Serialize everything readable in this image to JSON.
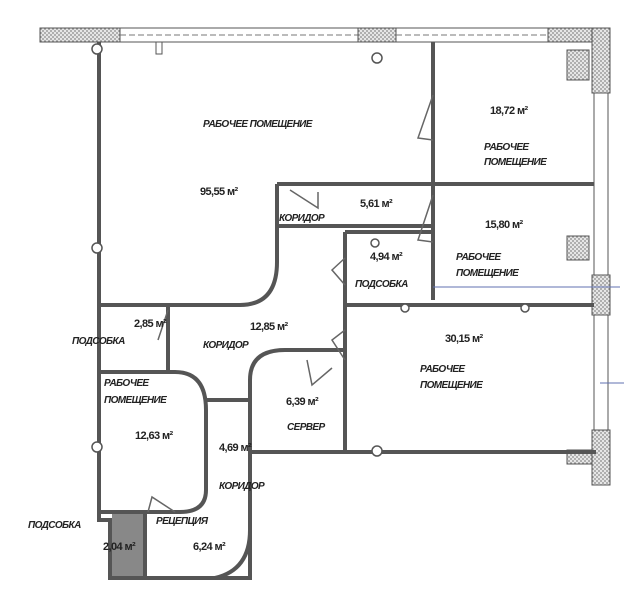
{
  "rooms": [
    {
      "label": "РАБОЧЕЕ ПОМЕЩЕНИЕ",
      "area": "95,55 м²"
    },
    {
      "label1": "РАБОЧЕЕ",
      "label2": "ПОМЕЩЕНИЕ",
      "area": "18,72 м²"
    },
    {
      "label": "КОРИДОР",
      "area": "5,61 м²"
    },
    {
      "label1": "РАБОЧЕЕ",
      "label2": "ПОМЕЩЕНИЕ",
      "area": "15,80 м²"
    },
    {
      "label": "ПОДСОБКА",
      "area": "4,94 м²"
    },
    {
      "label": "ПОДСОБКА",
      "area": "2,85 м²"
    },
    {
      "label": "КОРИДОР",
      "area": "12,85 м²"
    },
    {
      "label1": "РАБОЧЕЕ",
      "label2": "ПОМЕЩЕНИЕ",
      "area": "30,15 м²"
    },
    {
      "label1": "РАБОЧЕЕ",
      "label2": "ПОМЕЩЕНИЕ",
      "area": "12,63 м²"
    },
    {
      "label": "СЕРВЕР",
      "area": "6,39 м²"
    },
    {
      "label": "КОРИДОР",
      "area": "4,69 м²"
    },
    {
      "label": "ПОДСОБКА",
      "area": "2,04 м²"
    },
    {
      "label": "РЕЦЕПЦИЯ",
      "area": "6,24 м²"
    }
  ],
  "colors": {
    "wall": "#555555",
    "hatch": "#bdbdbd",
    "storage_fill": "#888888"
  }
}
